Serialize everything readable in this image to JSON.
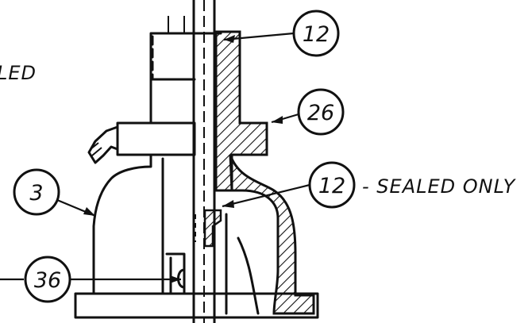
{
  "drawing": {
    "partial_label_left": "LED",
    "callouts": [
      {
        "id": "c12a",
        "label": "12"
      },
      {
        "id": "c26",
        "label": "26"
      },
      {
        "id": "c12b",
        "label": "12"
      },
      {
        "id": "c3",
        "label": "3"
      },
      {
        "id": "c36",
        "label": "36"
      }
    ],
    "notes": {
      "sealed_only": "- SEALED ONLY"
    },
    "line_color": "#111111",
    "background": "#ffffff"
  }
}
